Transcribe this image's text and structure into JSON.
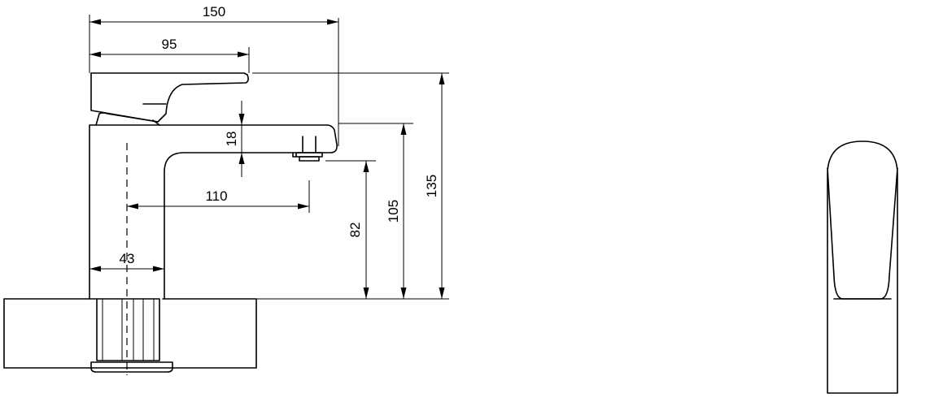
{
  "dimensions": {
    "overall_length": "150",
    "lever_length": "95",
    "spout_thickness": "18",
    "spout_reach": "110",
    "body_width": "43",
    "outlet_height": "82",
    "spout_height": "105",
    "total_height": "135"
  }
}
